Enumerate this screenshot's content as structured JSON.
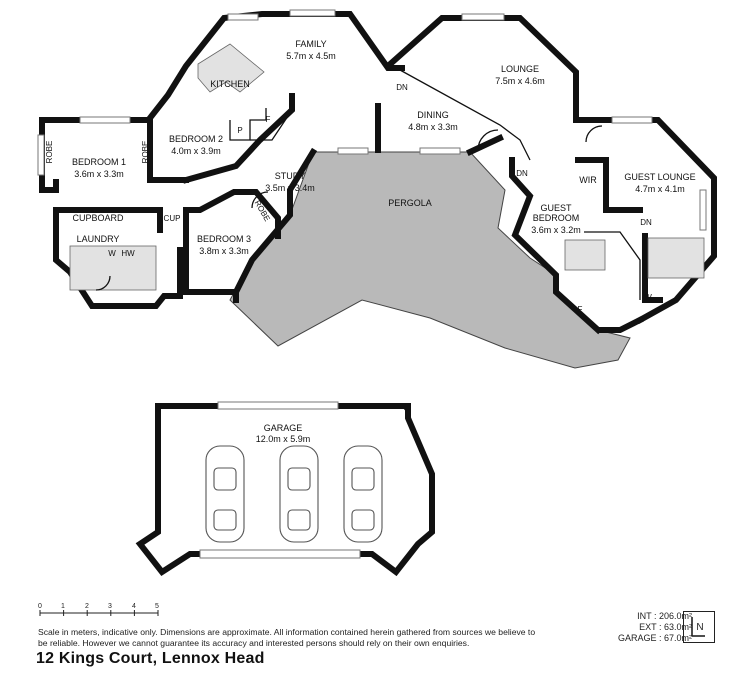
{
  "rooms": {
    "family": {
      "name": "FAMILY",
      "dims": "5.7m x 4.5m"
    },
    "kitchen": {
      "name": "KITCHEN"
    },
    "lounge": {
      "name": "LOUNGE",
      "dims": "7.5m x 4.6m"
    },
    "dining": {
      "name": "DINING",
      "dims": "4.8m x 3.3m"
    },
    "bedroom1": {
      "name": "BEDROOM 1",
      "dims": "3.6m x 3.3m"
    },
    "bedroom2": {
      "name": "BEDROOM 2",
      "dims": "4.0m x 3.9m"
    },
    "bedroom3": {
      "name": "BEDROOM 3",
      "dims": "3.8m x 3.3m"
    },
    "study": {
      "name": "STUDY",
      "dims": "3.5m x 3.4m"
    },
    "guest_lounge": {
      "name": "GUEST LOUNGE",
      "dims": "4.7m x 4.1m"
    },
    "guest_bedroom": {
      "name_line1": "GUEST",
      "name_line2": "BEDROOM",
      "dims": "3.6m x 3.2m"
    },
    "garage": {
      "name": "GARAGE",
      "dims": "12.0m x 5.9m"
    },
    "pergola": {
      "name": "PERGOLA"
    },
    "cupboard": {
      "name": "CUPBOARD"
    },
    "laundry": {
      "name": "LAUNDRY"
    },
    "wir": {
      "name": "WIR"
    }
  },
  "small_labels": {
    "robe": "ROBE",
    "cup": "CUP",
    "pantry": "P",
    "fridge": "F",
    "washer": "W",
    "hot_water": "HW",
    "down": "DN"
  },
  "scale": {
    "ticks": [
      "0",
      "1",
      "2",
      "3",
      "4",
      "5"
    ]
  },
  "disclaimer": "Scale in meters, indicative only. Dimensions are approximate. All information contained herein gathered from sources we believe to be reliable. However we cannot guarantee its accuracy and interested persons should rely on their own enquiries.",
  "areas": {
    "int": "INT : 206.0m²",
    "ext": "EXT : 63.0m²",
    "garage": "GARAGE : 67.0m²"
  },
  "address": "12 Kings Court, Lennox Head",
  "logo_text": "N"
}
